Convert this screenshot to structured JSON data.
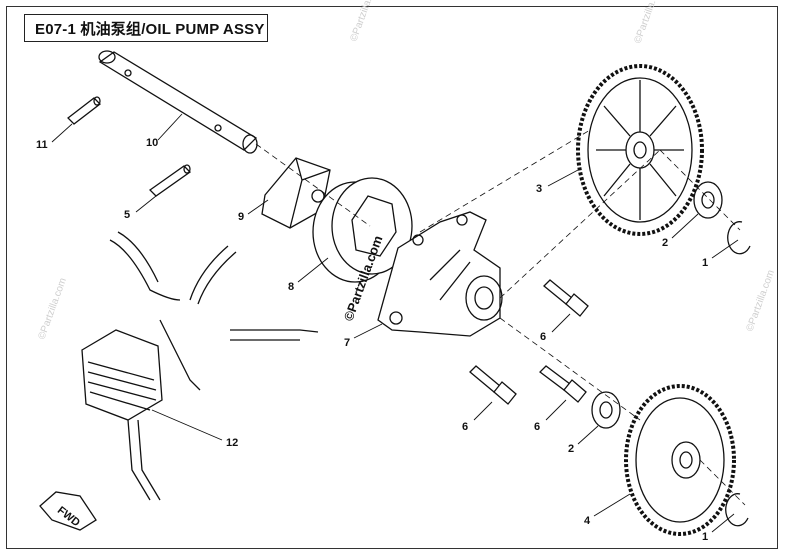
{
  "header": {
    "title": "E07-1 机油泵组/OIL PUMP ASSY"
  },
  "callouts": [
    "11",
    "10",
    "5",
    "9",
    "8",
    "7",
    "6",
    "6",
    "6",
    "3",
    "2",
    "1",
    "2",
    "1",
    "4",
    "12"
  ],
  "watermarks": {
    "main": "©Partzilla.com",
    "faint": "©Partzilla.com"
  },
  "fwd_label": "FWD"
}
